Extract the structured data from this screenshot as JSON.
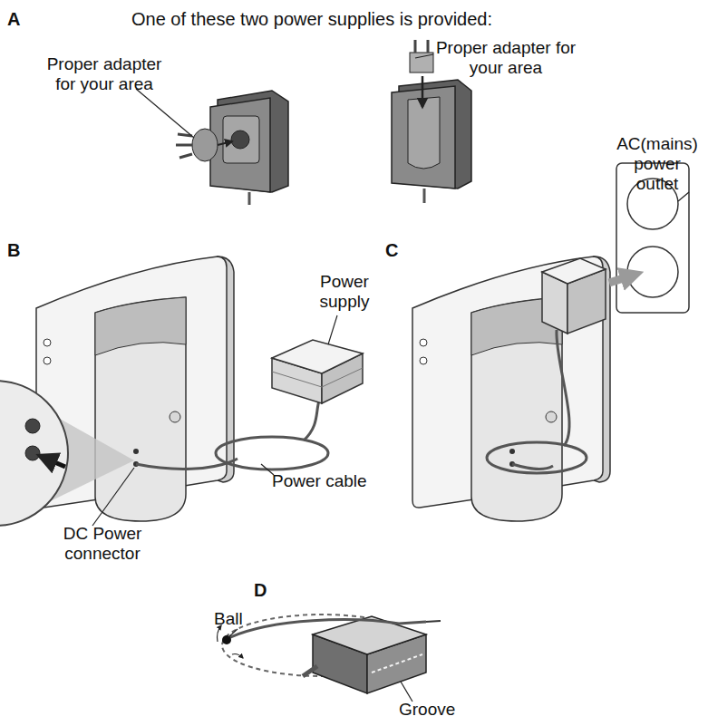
{
  "diagram": {
    "labels": [
      "A",
      "One of these two power supplies is provided:",
      "Proper adapter for your area",
      "Proper adapter for your area",
      "B",
      "Power supply",
      "Power cable",
      "DC Power connector",
      "C",
      "AC(mains) power outlet",
      "D",
      "Ball",
      "Groove"
    ]
  }
}
